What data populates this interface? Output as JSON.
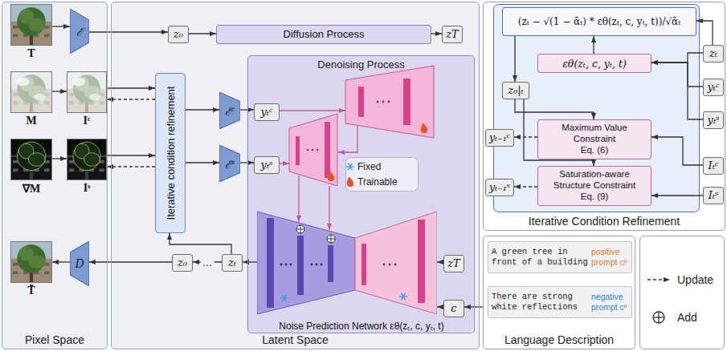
{
  "diagram": {
    "nodes": [
      {
        "text": [
          "Pixel Space"
        ]
      },
      {
        "text": [
          "Latent Space"
        ]
      },
      {
        "text": [
          "Iterative Condition Refinement"
        ]
      },
      {
        "text": [
          "Language Description"
        ]
      },
      {
        "text": [
          "T"
        ],
        "in": 0
      },
      {
        "text": [
          "ℰ"
        ],
        "in": 0
      },
      {
        "text": [
          "M"
        ],
        "in": 0
      },
      {
        "text": [
          "Iᶜ"
        ],
        "in": 0
      },
      {
        "text": [
          "∇M"
        ],
        "in": 0
      },
      {
        "text": [
          "Iˢ"
        ],
        "in": 0
      },
      {
        "text": [
          "T̃"
        ],
        "in": 0
      },
      {
        "text": [
          "D"
        ],
        "in": 0
      },
      {
        "text": [
          "z₀"
        ],
        "in": 1
      },
      {
        "text": [
          "Diffusion Process"
        ],
        "in": 1
      },
      {
        "text": [
          "zT"
        ],
        "in": 1
      },
      {
        "text": [
          "Iterative condition refinement"
        ],
        "in": 1
      },
      {
        "text": [
          "Denoising Process"
        ],
        "in": 1
      },
      {
        "text": [
          "ℰᶜ"
        ],
        "in": 1
      },
      {
        "text": [
          "yₜᶜ"
        ],
        "in": 16
      },
      {
        "text": [
          "ℰˢ"
        ],
        "in": 1
      },
      {
        "text": [
          "yₜˢ"
        ],
        "in": 16
      },
      {
        "text": [
          "Noise Prediction Network εθ(zₜ, c, yₜ, t)"
        ],
        "in": 16
      },
      {
        "text": [
          "z₀"
        ],
        "in": 1
      },
      {
        "text": [
          "zₜ"
        ],
        "in": 1
      },
      {
        "text": [
          "zT"
        ],
        "in": 16
      },
      {
        "text": [
          "c"
        ],
        "in": 16
      },
      {
        "text": [
          "(zₜ − √(1 − ᾱₜ) * εθ(zₜ, c, yₜ, t))/√ᾱₜ"
        ],
        "in": 2
      },
      {
        "text": [
          "zₜ"
        ],
        "in": 2
      },
      {
        "text": [
          "yₜᶜ"
        ],
        "in": 2
      },
      {
        "text": [
          "εθ(zₜ, c, yₜ, t)"
        ],
        "in": 2
      },
      {
        "text": [
          "yₜˢ"
        ],
        "in": 2
      },
      {
        "text": [
          "z₀|ₜ"
        ],
        "in": 2
      },
      {
        "text": [
          "Maximum Value Constraint",
          "Eq. (6)"
        ],
        "in": 2
      },
      {
        "text": [
          "yₜ₋₁ᶜ"
        ],
        "in": 2
      },
      {
        "text": [
          "Iₜᶜ"
        ],
        "in": 2
      },
      {
        "text": [
          "Saturation-aware Structure Constraint",
          "Eq. (9)"
        ],
        "in": 2
      },
      {
        "text": [
          "yₜ₋₁ˢ"
        ],
        "in": 2
      },
      {
        "text": [
          "Iₜˢ"
        ],
        "in": 2
      },
      {
        "text": [
          "A green tree in front of a building",
          "positive prompt cᵖ"
        ],
        "in": 3
      },
      {
        "text": [
          "There are strong white reflections",
          "negative prompt cⁿ"
        ],
        "in": 3
      }
    ],
    "edges": [
      {
        "from": 4,
        "to": 5,
        "arrow": "to"
      },
      {
        "from": 5,
        "to": 12,
        "arrow": "to"
      },
      {
        "from": 12,
        "to": 13,
        "arrow": "to"
      },
      {
        "from": 13,
        "to": 14,
        "arrow": "to"
      },
      {
        "from": 6,
        "to": 7,
        "arrow": "to"
      },
      {
        "from": 8,
        "to": 9,
        "arrow": "to"
      },
      {
        "from": 7,
        "to": 15,
        "arrow": "to"
      },
      {
        "from": 15,
        "to": 7,
        "arrow": "to"
      },
      {
        "from": 9,
        "to": 15,
        "arrow": "to"
      },
      {
        "from": 15,
        "to": 9,
        "arrow": "to"
      },
      {
        "from": 15,
        "to": 17,
        "arrow": "to"
      },
      {
        "from": 15,
        "to": 19,
        "arrow": "to"
      },
      {
        "from": 17,
        "to": 18,
        "arrow": "to"
      },
      {
        "from": 19,
        "to": 20,
        "arrow": "to"
      },
      {
        "from": 23,
        "to": 15,
        "arrow": "to"
      },
      {
        "from": 23,
        "to": 22,
        "arrow": "to",
        "label": "…"
      },
      {
        "from": 22,
        "to": 11,
        "arrow": "to"
      },
      {
        "from": 11,
        "to": 10,
        "arrow": "to"
      },
      {
        "from": 24,
        "to": 21,
        "arrow": "to"
      },
      {
        "from": 25,
        "to": 21,
        "arrow": "to"
      },
      {
        "from": 21,
        "to": 23,
        "arrow": "to"
      },
      {
        "from": 3,
        "to": 25,
        "arrow": "to"
      },
      {
        "from": 27,
        "to": 26,
        "arrow": "to"
      },
      {
        "from": 27,
        "to": 29,
        "arrow": "to"
      },
      {
        "from": 28,
        "to": 29,
        "arrow": "to"
      },
      {
        "from": 30,
        "to": 29,
        "arrow": "to"
      },
      {
        "from": 29,
        "to": 26,
        "arrow": "to"
      },
      {
        "from": 26,
        "to": 31,
        "arrow": "to"
      },
      {
        "from": 31,
        "to": 32,
        "arrow": "to"
      },
      {
        "from": 31,
        "to": 35,
        "arrow": "to"
      },
      {
        "from": 34,
        "to": 32,
        "arrow": "to"
      },
      {
        "from": 32,
        "to": 33,
        "arrow": "to"
      },
      {
        "from": 37,
        "to": 35,
        "arrow": "to"
      },
      {
        "from": 35,
        "to": 36,
        "arrow": "to"
      }
    ],
    "legend": [
      {
        "text": "Fixed"
      },
      {
        "text": "Trainable"
      },
      {
        "text": "Update"
      },
      {
        "text": "Add"
      }
    ]
  }
}
